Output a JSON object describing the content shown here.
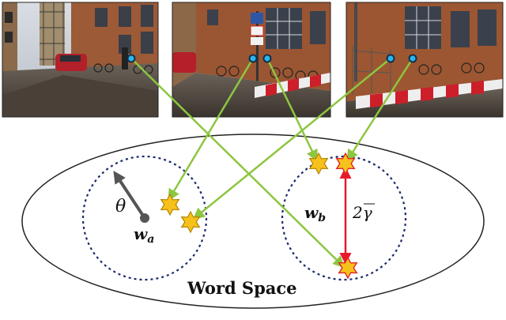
{
  "photos": [
    {
      "name": "street-photo-1"
    },
    {
      "name": "street-photo-2"
    },
    {
      "name": "street-photo-3"
    }
  ],
  "labels": {
    "theta": "θ",
    "w": "w",
    "sub_a": "a",
    "sub_b": "b",
    "two_gamma": "2γ",
    "word_space": "Word Space"
  },
  "colors": {
    "arrow_green": "#8dc63f",
    "arrow_red": "#e8192c",
    "dash_circle": "#1a2a6c",
    "star_fill": "#f7c11b",
    "star_stroke": "#b38400",
    "keypoint": "#29b6e8"
  },
  "icons": [
    "star-icon",
    "keypoint-dot-icon",
    "direction-arrow-icon"
  ]
}
